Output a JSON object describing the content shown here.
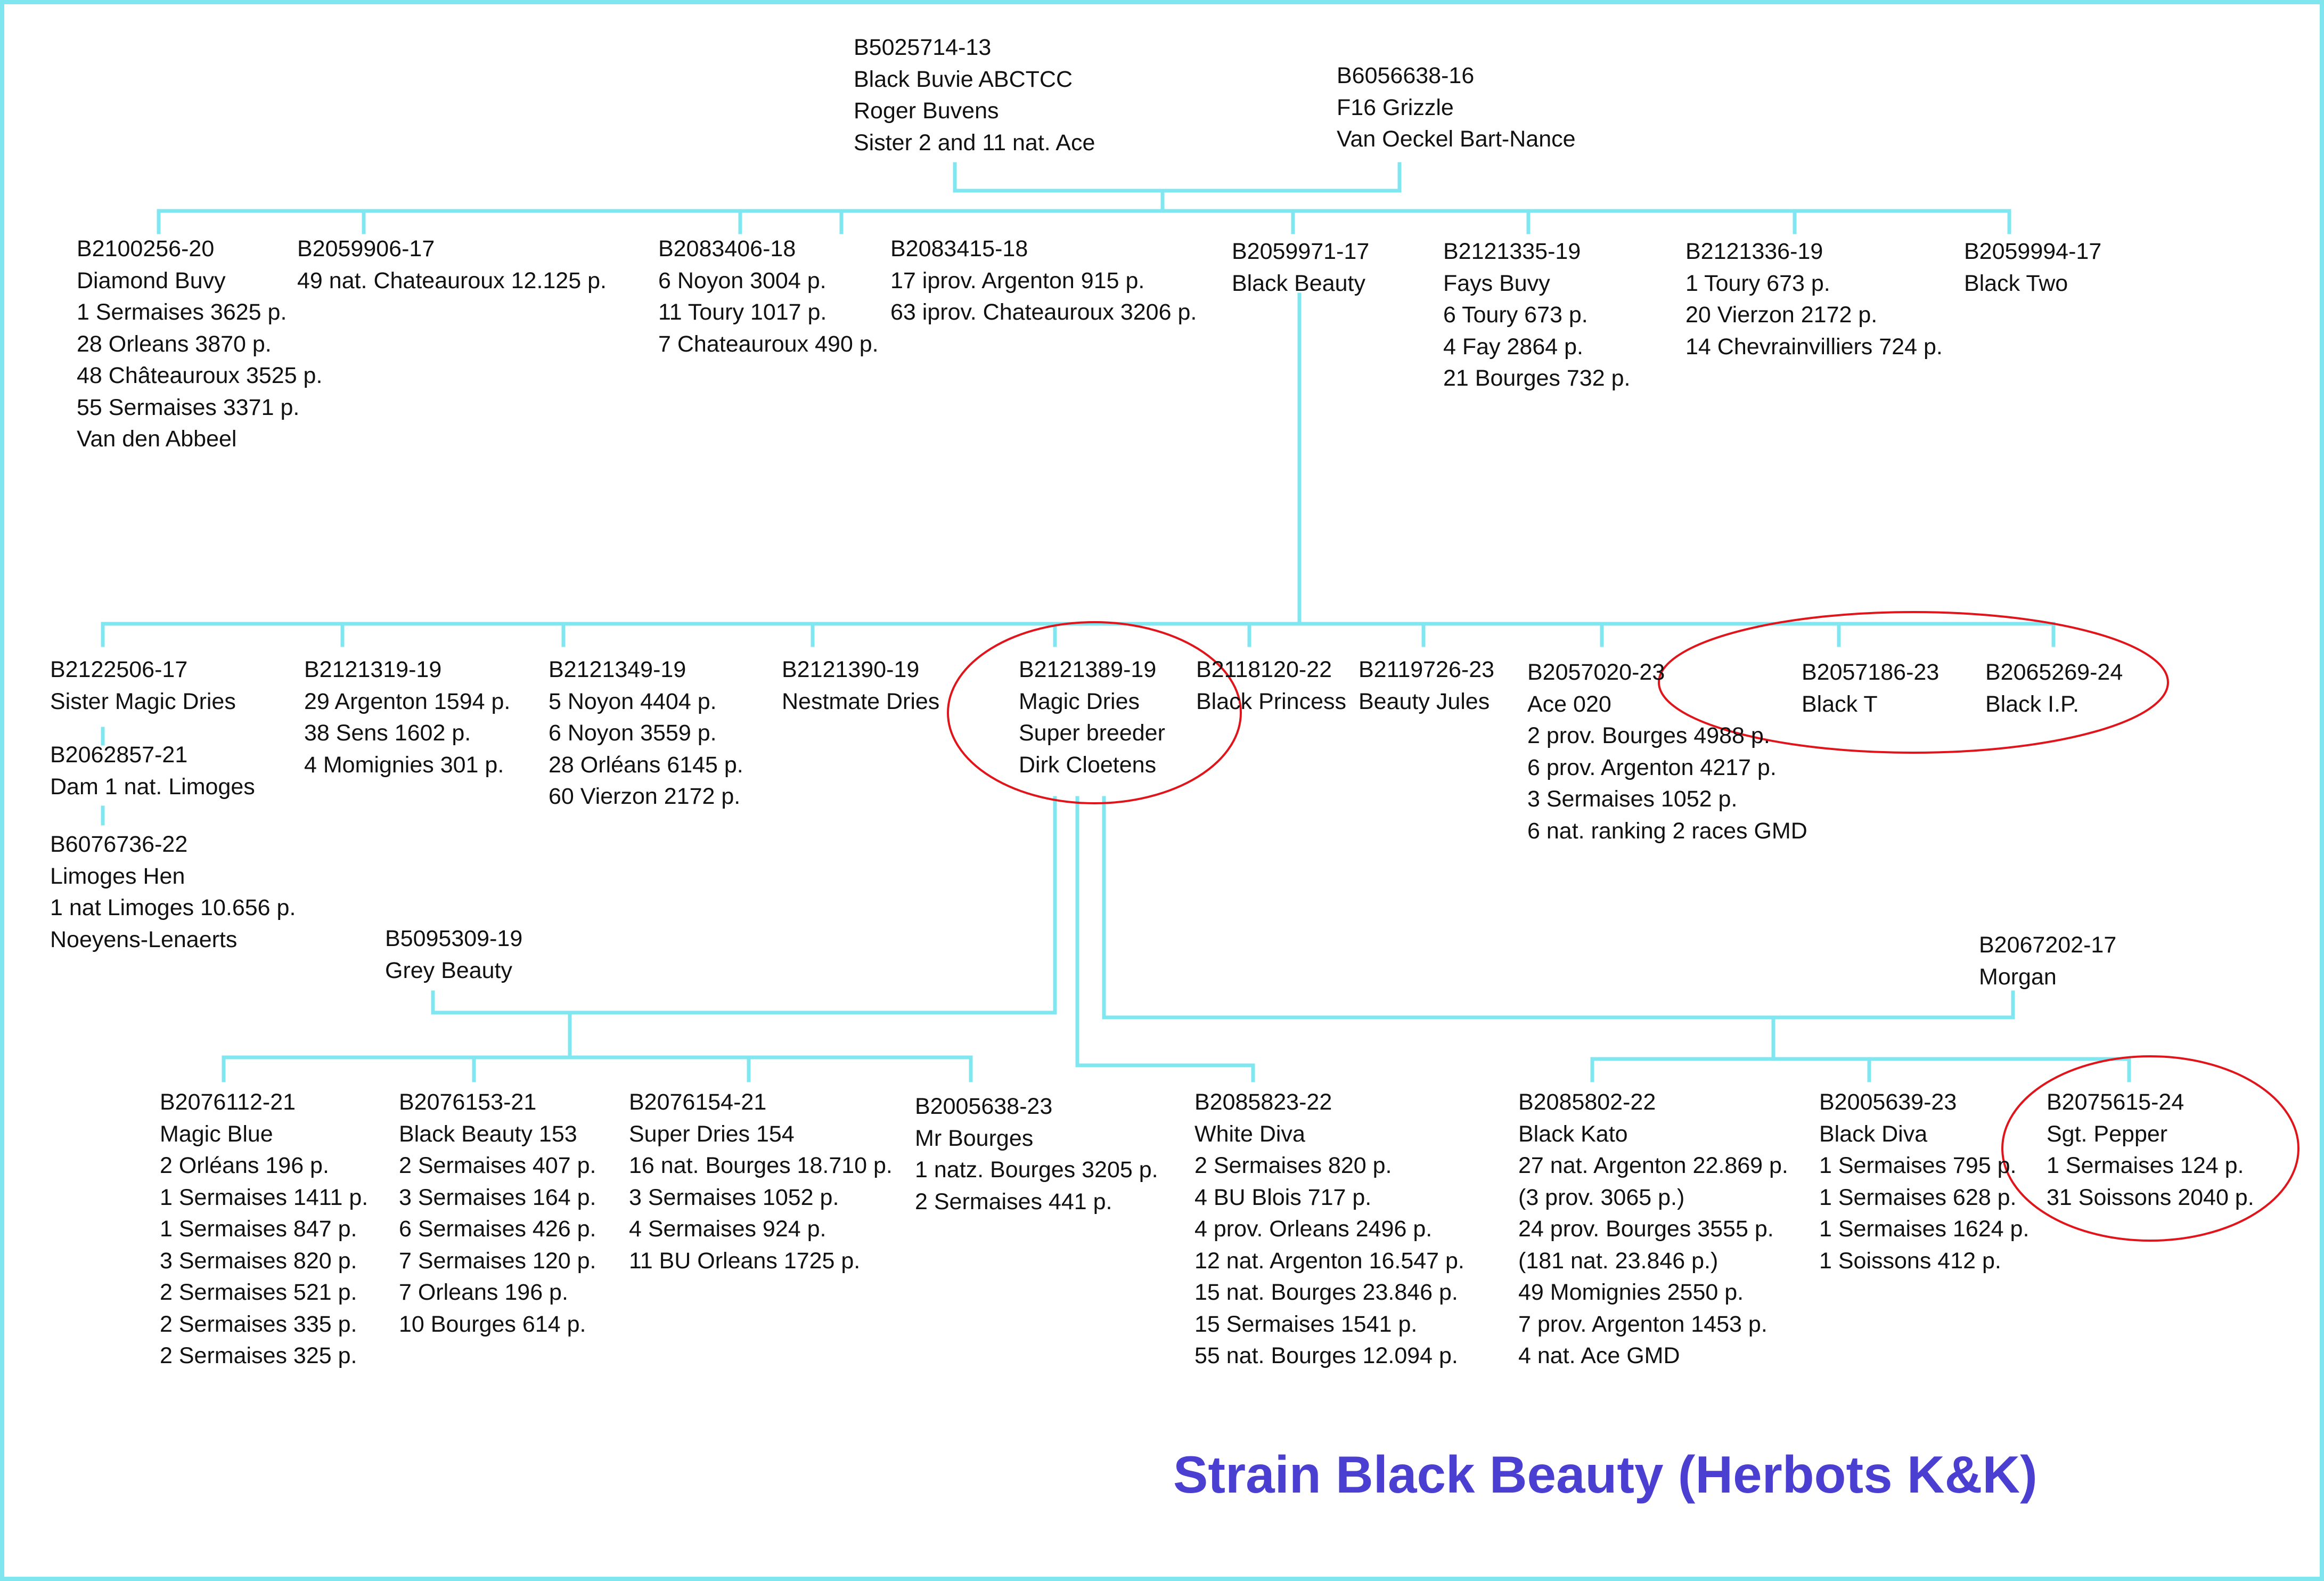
{
  "title": "Strain Black Beauty (Herbots K&K)",
  "colors": {
    "connector": "#80e6ef",
    "highlight_ring": "#e0151b",
    "title": "#4a3fd0",
    "border": "#7fe6ef"
  },
  "nodes": {
    "sire_top": [
      "B5025714-13",
      "Black Buvie ABCTCC",
      "Roger Buvens",
      "Sister 2 and 11 nat. Ace"
    ],
    "dam_top": [
      "B6056638-16",
      "F16 Grizzle",
      "Van Oeckel Bart-Nance"
    ],
    "g1_diamond_buvy": [
      "B2100256-20",
      "Diamond Buvy",
      "1 Sermaises 3625 p.",
      "28 Orleans 3870 p.",
      "48 Châteauroux 3525 p.",
      "55 Sermaises 3371 p.",
      "Van den Abbeel"
    ],
    "g1_b2059906": [
      "B2059906-17",
      "49 nat. Chateauroux 12.125 p."
    ],
    "g1_b2083406": [
      "B2083406-18",
      "6 Noyon 3004 p.",
      "11 Toury 1017 p.",
      "7 Chateauroux 490 p."
    ],
    "g1_b2083415": [
      "B2083415-18",
      "17 iprov. Argenton 915 p.",
      "63 iprov. Chateauroux 3206 p."
    ],
    "g1_black_beauty": [
      "B2059971-17",
      "Black Beauty"
    ],
    "g1_fays_buvy": [
      "B2121335-19",
      "Fays Buvy",
      "6 Toury 673 p.",
      "4 Fay 2864 p.",
      "21 Bourges 732 p."
    ],
    "g1_b2121336": [
      "B2121336-19",
      "1 Toury 673 p.",
      "20 Vierzon 2172 p.",
      "14 Chevrainvilliers 724 p."
    ],
    "g1_black_two": [
      "B2059994-17",
      "Black Two"
    ],
    "g2_sister_magic_dries": [
      "B2122506-17",
      "Sister Magic Dries"
    ],
    "g2_dam_limoges": [
      "B2062857-21",
      "Dam 1 nat. Limoges"
    ],
    "g2_limoges_hen": [
      "B6076736-22",
      "Limoges Hen",
      "1 nat Limoges 10.656 p.",
      "Noeyens-Lenaerts"
    ],
    "g2_b2121319": [
      "B2121319-19",
      "29 Argenton 1594 p.",
      "38 Sens 1602 p.",
      "4 Momignies 301 p."
    ],
    "g2_b2121349": [
      "B2121349-19",
      "5 Noyon 4404 p.",
      "6 Noyon 3559 p.",
      "28 Orléans 6145 p.",
      "60 Vierzon 2172 p."
    ],
    "g2_nestmate_dries": [
      "B2121390-19",
      "Nestmate Dries"
    ],
    "g2_magic_dries": [
      "B2121389-19",
      "Magic Dries",
      "Super breeder",
      "Dirk Cloetens"
    ],
    "g2_black_princess": [
      "B2118120-22",
      "Black Princess"
    ],
    "g2_beauty_jules": [
      "B2119726-23",
      "Beauty Jules"
    ],
    "g2_ace_020": [
      "B2057020-23",
      "Ace 020",
      "2 prov. Bourges 4988 p.",
      "6 prov. Argenton 4217 p.",
      "3 Sermaises 1052 p.",
      "6 nat. ranking 2 races GMD"
    ],
    "g2_black_t": [
      "B2057186-23",
      "Black T"
    ],
    "g2_black_ip": [
      "B2065269-24",
      "Black I.P."
    ],
    "mate_grey_beauty": [
      "B5095309-19",
      "Grey Beauty"
    ],
    "mate_morgan": [
      "B2067202-17",
      "Morgan"
    ],
    "g3_magic_blue": [
      "B2076112-21",
      "Magic Blue",
      "2 Orléans 196 p.",
      "1 Sermaises 1411 p.",
      "1 Sermaises 847 p.",
      "3 Sermaises 820 p.",
      "2 Sermaises 521 p.",
      "2 Sermaises 335 p.",
      "2 Sermaises 325 p."
    ],
    "g3_black_beauty_153": [
      "B2076153-21",
      "Black Beauty 153",
      "2 Sermaises 407 p.",
      "3 Sermaises 164 p.",
      "6 Sermaises 426 p.",
      "7 Sermaises 120 p.",
      "7 Orleans 196 p.",
      "10 Bourges 614 p."
    ],
    "g3_super_dries_154": [
      "B2076154-21",
      "Super Dries 154",
      "16 nat. Bourges 18.710 p.",
      "3 Sermaises 1052 p.",
      "4 Sermaises 924 p.",
      "11 BU Orleans 1725 p."
    ],
    "g3_mr_bourges": [
      "B2005638-23",
      "Mr Bourges",
      "1 natz. Bourges 3205 p.",
      "2 Sermaises 441 p."
    ],
    "g3_white_diva": [
      "B2085823-22",
      "White Diva",
      "2 Sermaises 820 p.",
      "4 BU Blois 717 p.",
      "4 prov. Orleans 2496 p.",
      "12 nat. Argenton 16.547 p.",
      "15 nat. Bourges 23.846 p.",
      "15 Sermaises 1541 p.",
      "55 nat. Bourges 12.094 p."
    ],
    "g3_black_kato": [
      "B2085802-22",
      "Black Kato",
      "27 nat. Argenton 22.869 p.",
      "(3 prov. 3065 p.)",
      "24 prov. Bourges 3555 p.",
      "(181 nat. 23.846 p.)",
      "49 Momignies 2550 p.",
      "7 prov. Argenton 1453 p.",
      "4 nat. Ace GMD"
    ],
    "g3_black_diva": [
      "B2005639-23",
      "Black Diva",
      "1 Sermaises 795 p.",
      "1 Sermaises 628 p.",
      "1 Sermaises 1624 p.",
      "1 Soissons 412 p."
    ],
    "g3_sgt_pepper": [
      "B2075615-24",
      "Sgt. Pepper",
      "1 Sermaises 124 p.",
      "31 Soissons 2040 p."
    ]
  }
}
